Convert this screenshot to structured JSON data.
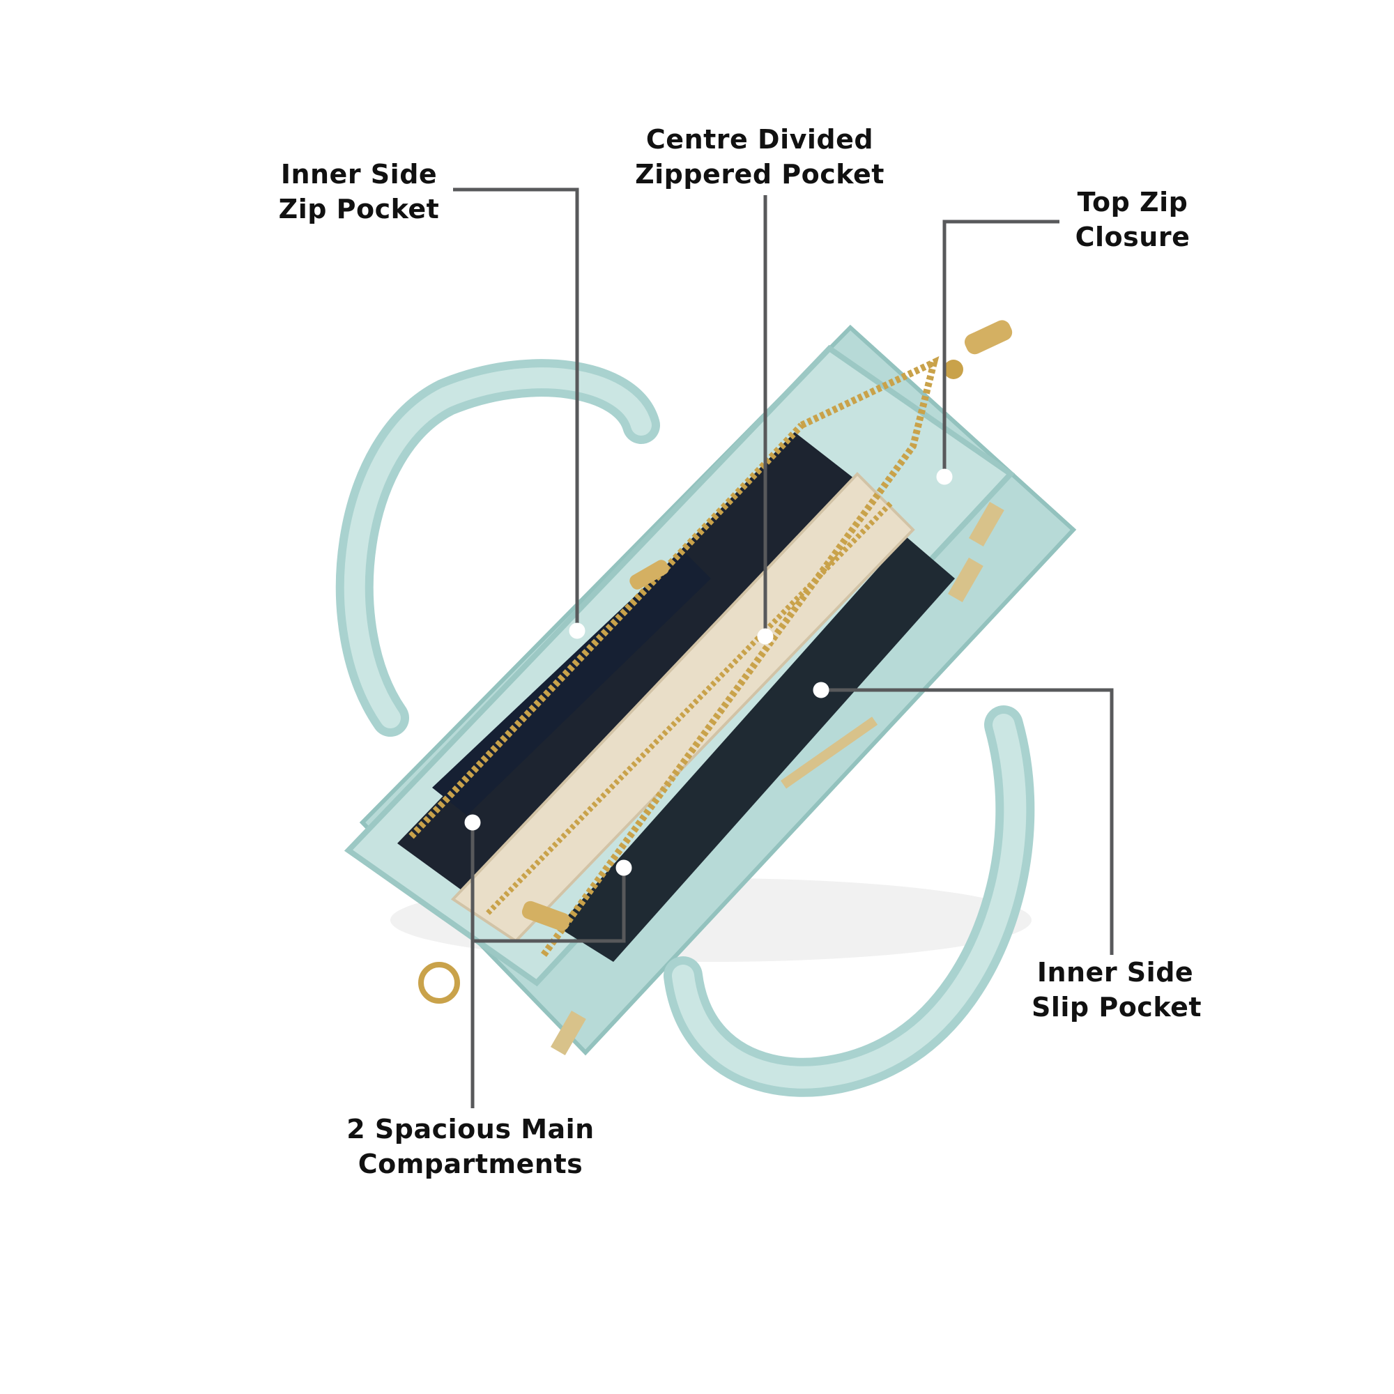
{
  "colors": {
    "background": "#ffffff",
    "leader_line": "#58595b",
    "label_text": "#111111",
    "bag_mint": "#b9dcd9",
    "bag_mint_dark": "#8fbfbb",
    "lining_beige": "#e8dcc6",
    "zipper_gold": "#c9a24a",
    "interior_dark": "#1c2330"
  },
  "callouts": [
    {
      "id": "inner-side-zip-pocket",
      "lines": [
        "Inner Side",
        "Zip Pocket"
      ]
    },
    {
      "id": "centre-divided-zippered-pocket",
      "lines": [
        "Centre Divided",
        "Zippered Pocket"
      ]
    },
    {
      "id": "top-zip-closure",
      "lines": [
        "Top Zip",
        "Closure"
      ]
    },
    {
      "id": "inner-side-slip-pocket",
      "lines": [
        "Inner Side",
        "Slip Pocket"
      ]
    },
    {
      "id": "spacious-main-compartments",
      "lines": [
        "2 Spacious Main",
        "Compartments"
      ]
    }
  ],
  "product": {
    "image_subject": "handbag-top-view",
    "color_name": ""
  }
}
